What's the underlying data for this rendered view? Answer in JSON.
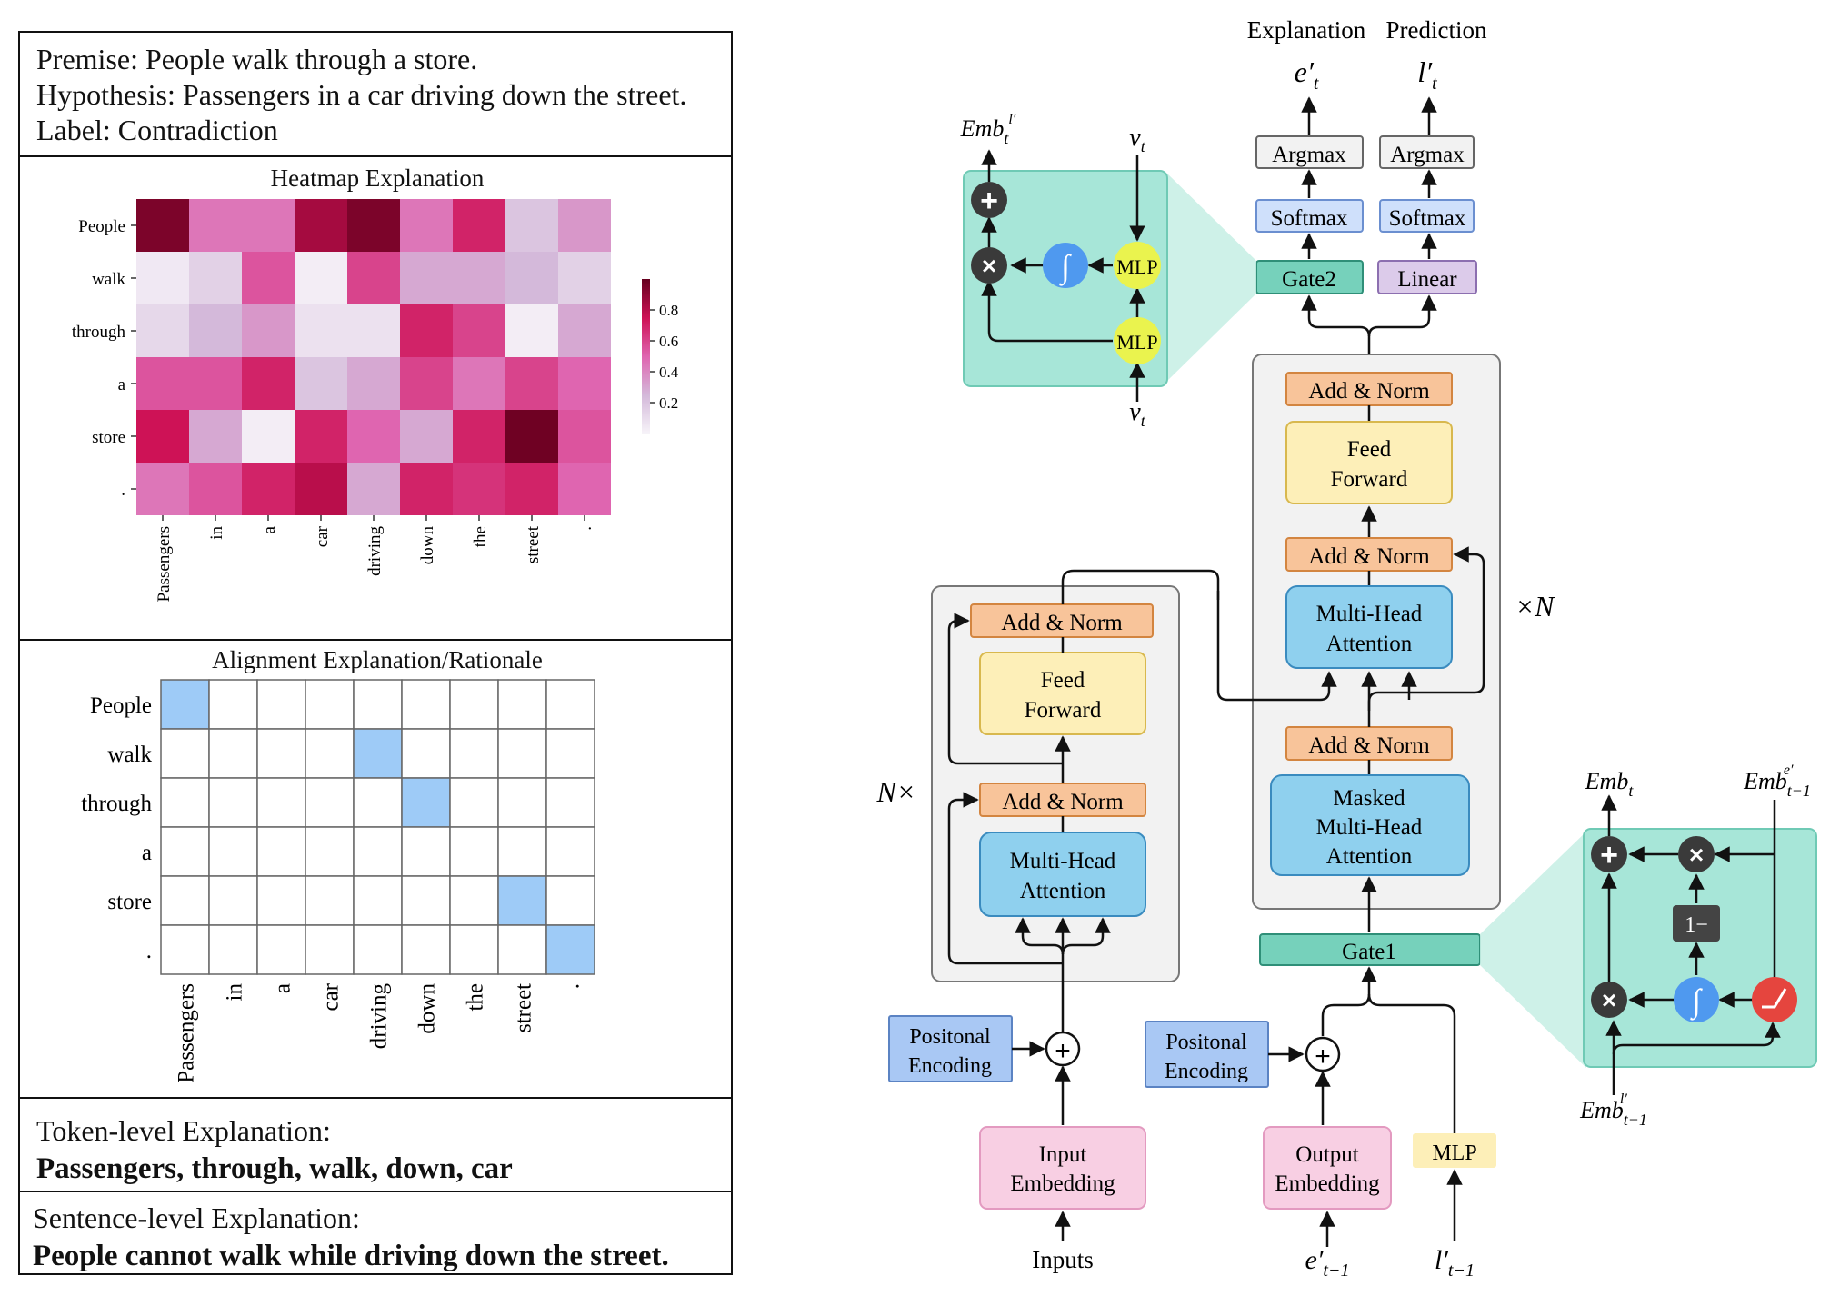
{
  "panel": {
    "premise": "Premise: People walk through a store.",
    "hypothesis": "Hypothesis: Passengers in a car driving down the street.",
    "label": "Label: Contradiction",
    "heatmap_title": "Heatmap Explanation",
    "alignment_title": "Alignment Explanation/Rationale",
    "token_heading": "Token-level Explanation:",
    "token_value": "Passengers, through, walk, down, car",
    "sentence_heading": "Sentence-level Explanation:",
    "sentence_value": "People cannot walk while driving down the street."
  },
  "chart_data": [
    {
      "type": "heatmap",
      "title": "Heatmap Explanation",
      "rows": [
        "People",
        "walk",
        "through",
        "a",
        "store",
        "."
      ],
      "cols": [
        "Passengers",
        "in",
        "a",
        "car",
        "driving",
        "down",
        "the",
        "street",
        "."
      ],
      "values": [
        [
          0.95,
          0.45,
          0.45,
          0.85,
          0.95,
          0.45,
          0.7,
          0.2,
          0.35
        ],
        [
          0.05,
          0.15,
          0.55,
          0.03,
          0.6,
          0.3,
          0.3,
          0.25,
          0.15
        ],
        [
          0.12,
          0.25,
          0.35,
          0.08,
          0.08,
          0.7,
          0.6,
          0.03,
          0.3
        ],
        [
          0.55,
          0.55,
          0.7,
          0.2,
          0.3,
          0.6,
          0.45,
          0.6,
          0.5
        ],
        [
          0.75,
          0.3,
          0.03,
          0.7,
          0.5,
          0.3,
          0.7,
          0.98,
          0.55
        ],
        [
          0.45,
          0.55,
          0.7,
          0.8,
          0.3,
          0.7,
          0.65,
          0.7,
          0.5
        ]
      ],
      "colorbar_ticks": [
        "0.2",
        "0.4",
        "0.6",
        "0.8"
      ],
      "vmin": 0.0,
      "vmax": 1.0
    },
    {
      "type": "table",
      "title": "Alignment Explanation/Rationale",
      "rows": [
        "People",
        "walk",
        "through",
        "a",
        "store",
        "."
      ],
      "cols": [
        "Passengers",
        "in",
        "a",
        "car",
        "driving",
        "down",
        "the",
        "street",
        "."
      ],
      "highlighted": [
        [
          0,
          0
        ],
        [
          1,
          4
        ],
        [
          2,
          5
        ],
        [
          4,
          7
        ],
        [
          5,
          8
        ]
      ]
    }
  ],
  "diagram": {
    "top_labels": {
      "explanation": "Explanation",
      "prediction": "Prediction"
    },
    "gate_boxes": {
      "gate1": "Gate1",
      "gate2": "Gate2"
    },
    "linear": "Linear",
    "softmax": "Softmax",
    "argmax": "Argmax",
    "add_norm": "Add & Norm",
    "feed": "Feed",
    "forward": "Forward",
    "multi_head": "Multi-Head",
    "attention": "Attention",
    "masked": "Masked",
    "positional": "Positonal",
    "encoding": "Encoding",
    "input": "Input",
    "output": "Output",
    "embedding": "Embedding",
    "inputs": "Inputs",
    "mlp": "MLP",
    "n_times_left": "N×",
    "n_times_right": "×N",
    "one_minus": "1−",
    "colors": {
      "gate": "#76d1bb",
      "gate_panel": "#a7e6d8",
      "add_norm": "#f8c49a",
      "feed_forward": "#fdefb8",
      "attention": "#8fd0ee",
      "positional": "#a9c8f4",
      "embedding": "#f8cfe3",
      "softmax": "#cfe0fb",
      "linear": "#dccbea",
      "mlp_circle": "#eaf34e",
      "sigmoid": "#4f99ef",
      "relu": "#e5453e"
    }
  }
}
